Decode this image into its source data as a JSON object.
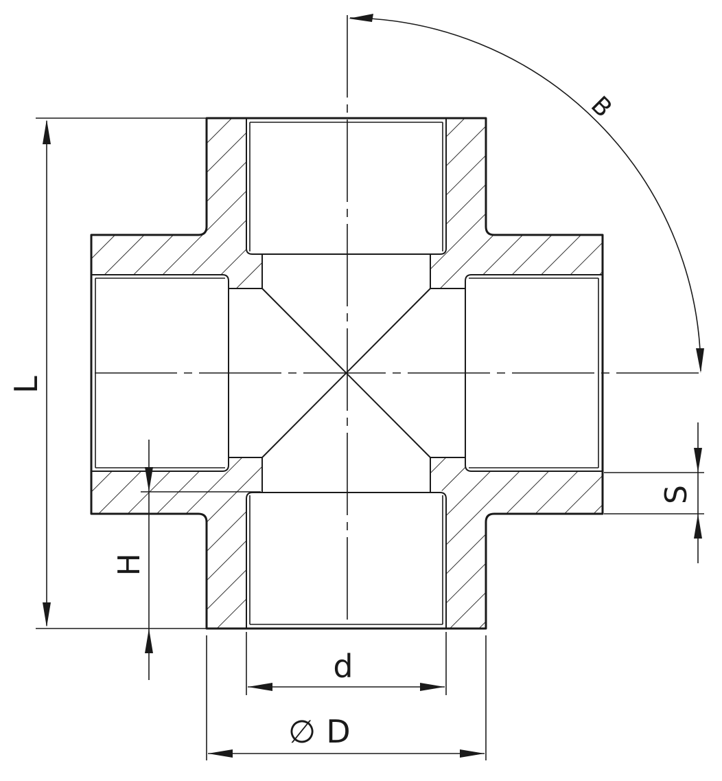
{
  "labels": {
    "length": "L",
    "angle": "B",
    "wall": "S",
    "depth": "H",
    "bore": "d",
    "outer_diameter": "D",
    "outer_diameter_symbol": "∅"
  },
  "colors": {
    "line": "#1a1a1a",
    "background": "#ffffff"
  }
}
